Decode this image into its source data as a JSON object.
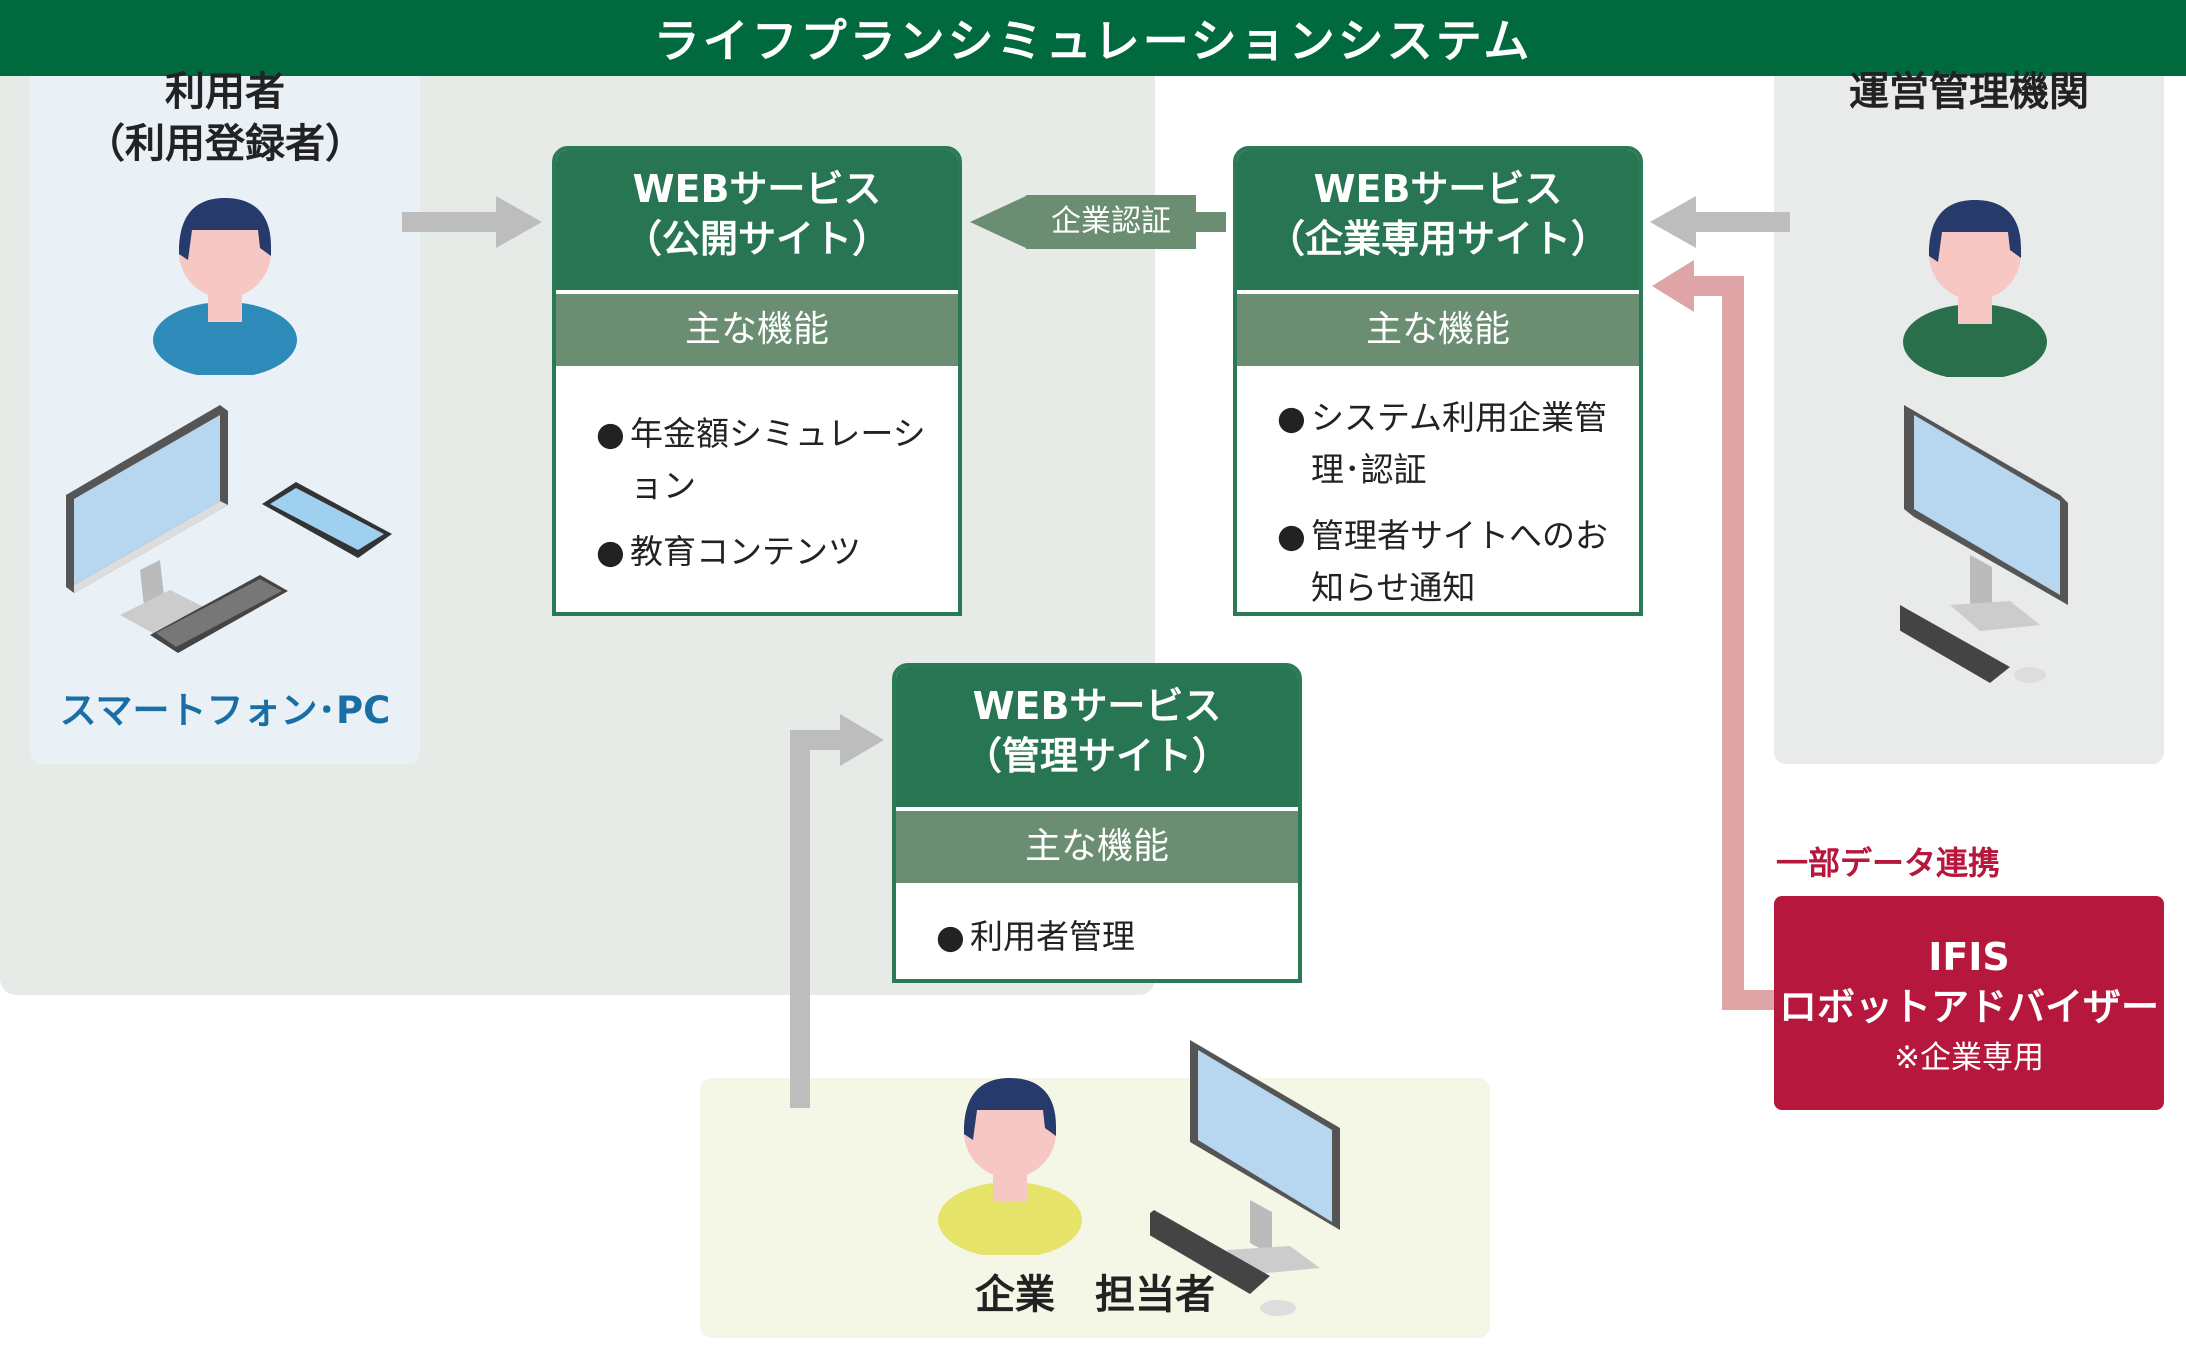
{
  "system": {
    "title": "ライフプランシミュレーションシステム"
  },
  "user_side": {
    "label_line1": "利用者",
    "label_line2": "（利用登録者）",
    "device_caption": "スマートフォン･PC"
  },
  "admin_side": {
    "label": "運営管理機関"
  },
  "company_side": {
    "label": "企業　担当者"
  },
  "services": {
    "public": {
      "title_line1": "WEBサービス",
      "title_line2": "（公開サイト）",
      "features_label": "主な機能",
      "features": [
        "年金額シミュレーション",
        "教育コンテンツ"
      ]
    },
    "corporate": {
      "title_line1": "WEBサービス",
      "title_line2": "（企業専用サイト）",
      "features_label": "主な機能",
      "features": [
        "システム利用企業管理･認証",
        "管理者サイトへのお知らせ通知"
      ]
    },
    "admin": {
      "title_line1": "WEBサービス",
      "title_line2": "（管理サイト）",
      "features_label": "主な機能",
      "features": [
        "利用者管理"
      ]
    }
  },
  "connectors": {
    "auth_label": "企業認証",
    "data_link_label": "一部データ連携"
  },
  "ifis": {
    "title": "IFIS",
    "subtitle": "ロボットアドバイザー",
    "note": "※企業専用"
  },
  "colors": {
    "system_green": "#006a3e",
    "service_green": "#277553",
    "sub_green": "#6b8e72",
    "ifis_red": "#b5173d",
    "link_pink": "#dea4a6",
    "arrow_gray": "#bdbdbd"
  }
}
